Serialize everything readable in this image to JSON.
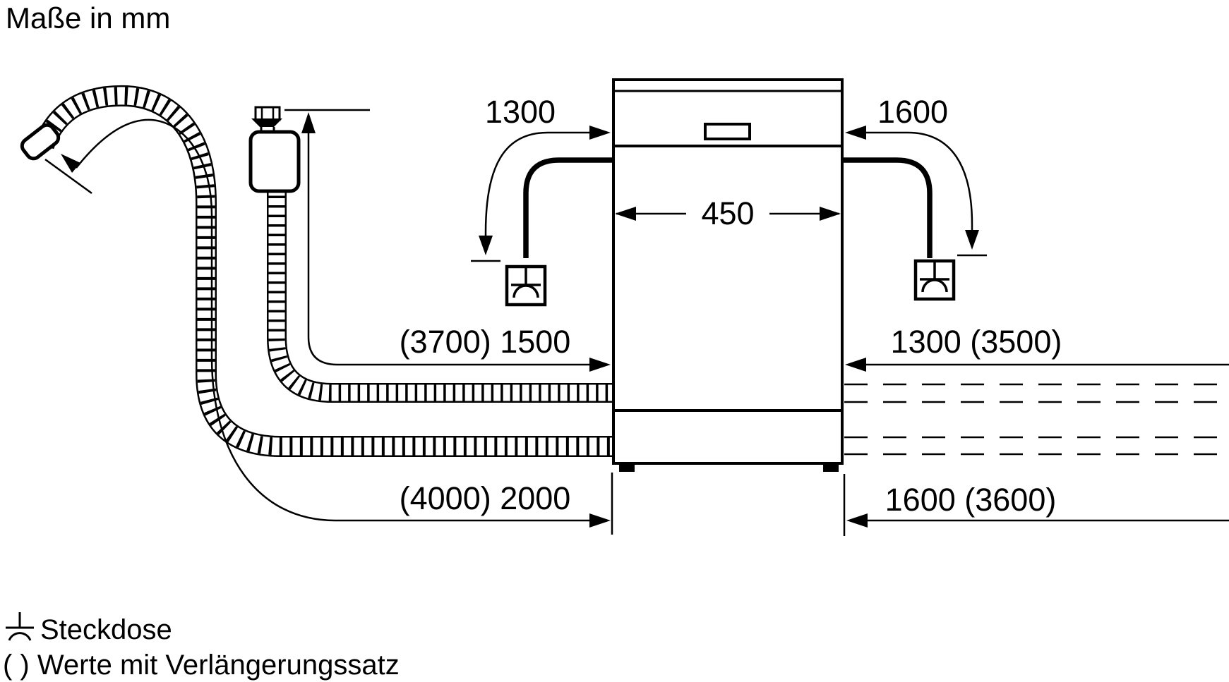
{
  "title": "Maße in mm",
  "colors": {
    "line": "#000000",
    "background": "#ffffff"
  },
  "dims": {
    "cable_left": "1300",
    "cable_right": "1600",
    "appliance_width": "450",
    "supply_hose": "(3700) 1500",
    "hose_right_upper": "1300 (3500)",
    "drain_hose": "(4000) 2000",
    "hose_right_lower": "1600 (3600)"
  },
  "legend": {
    "socket_label": "Steckdose",
    "parentheses_note": "( ) Werte mit Verlängerungssatz"
  }
}
